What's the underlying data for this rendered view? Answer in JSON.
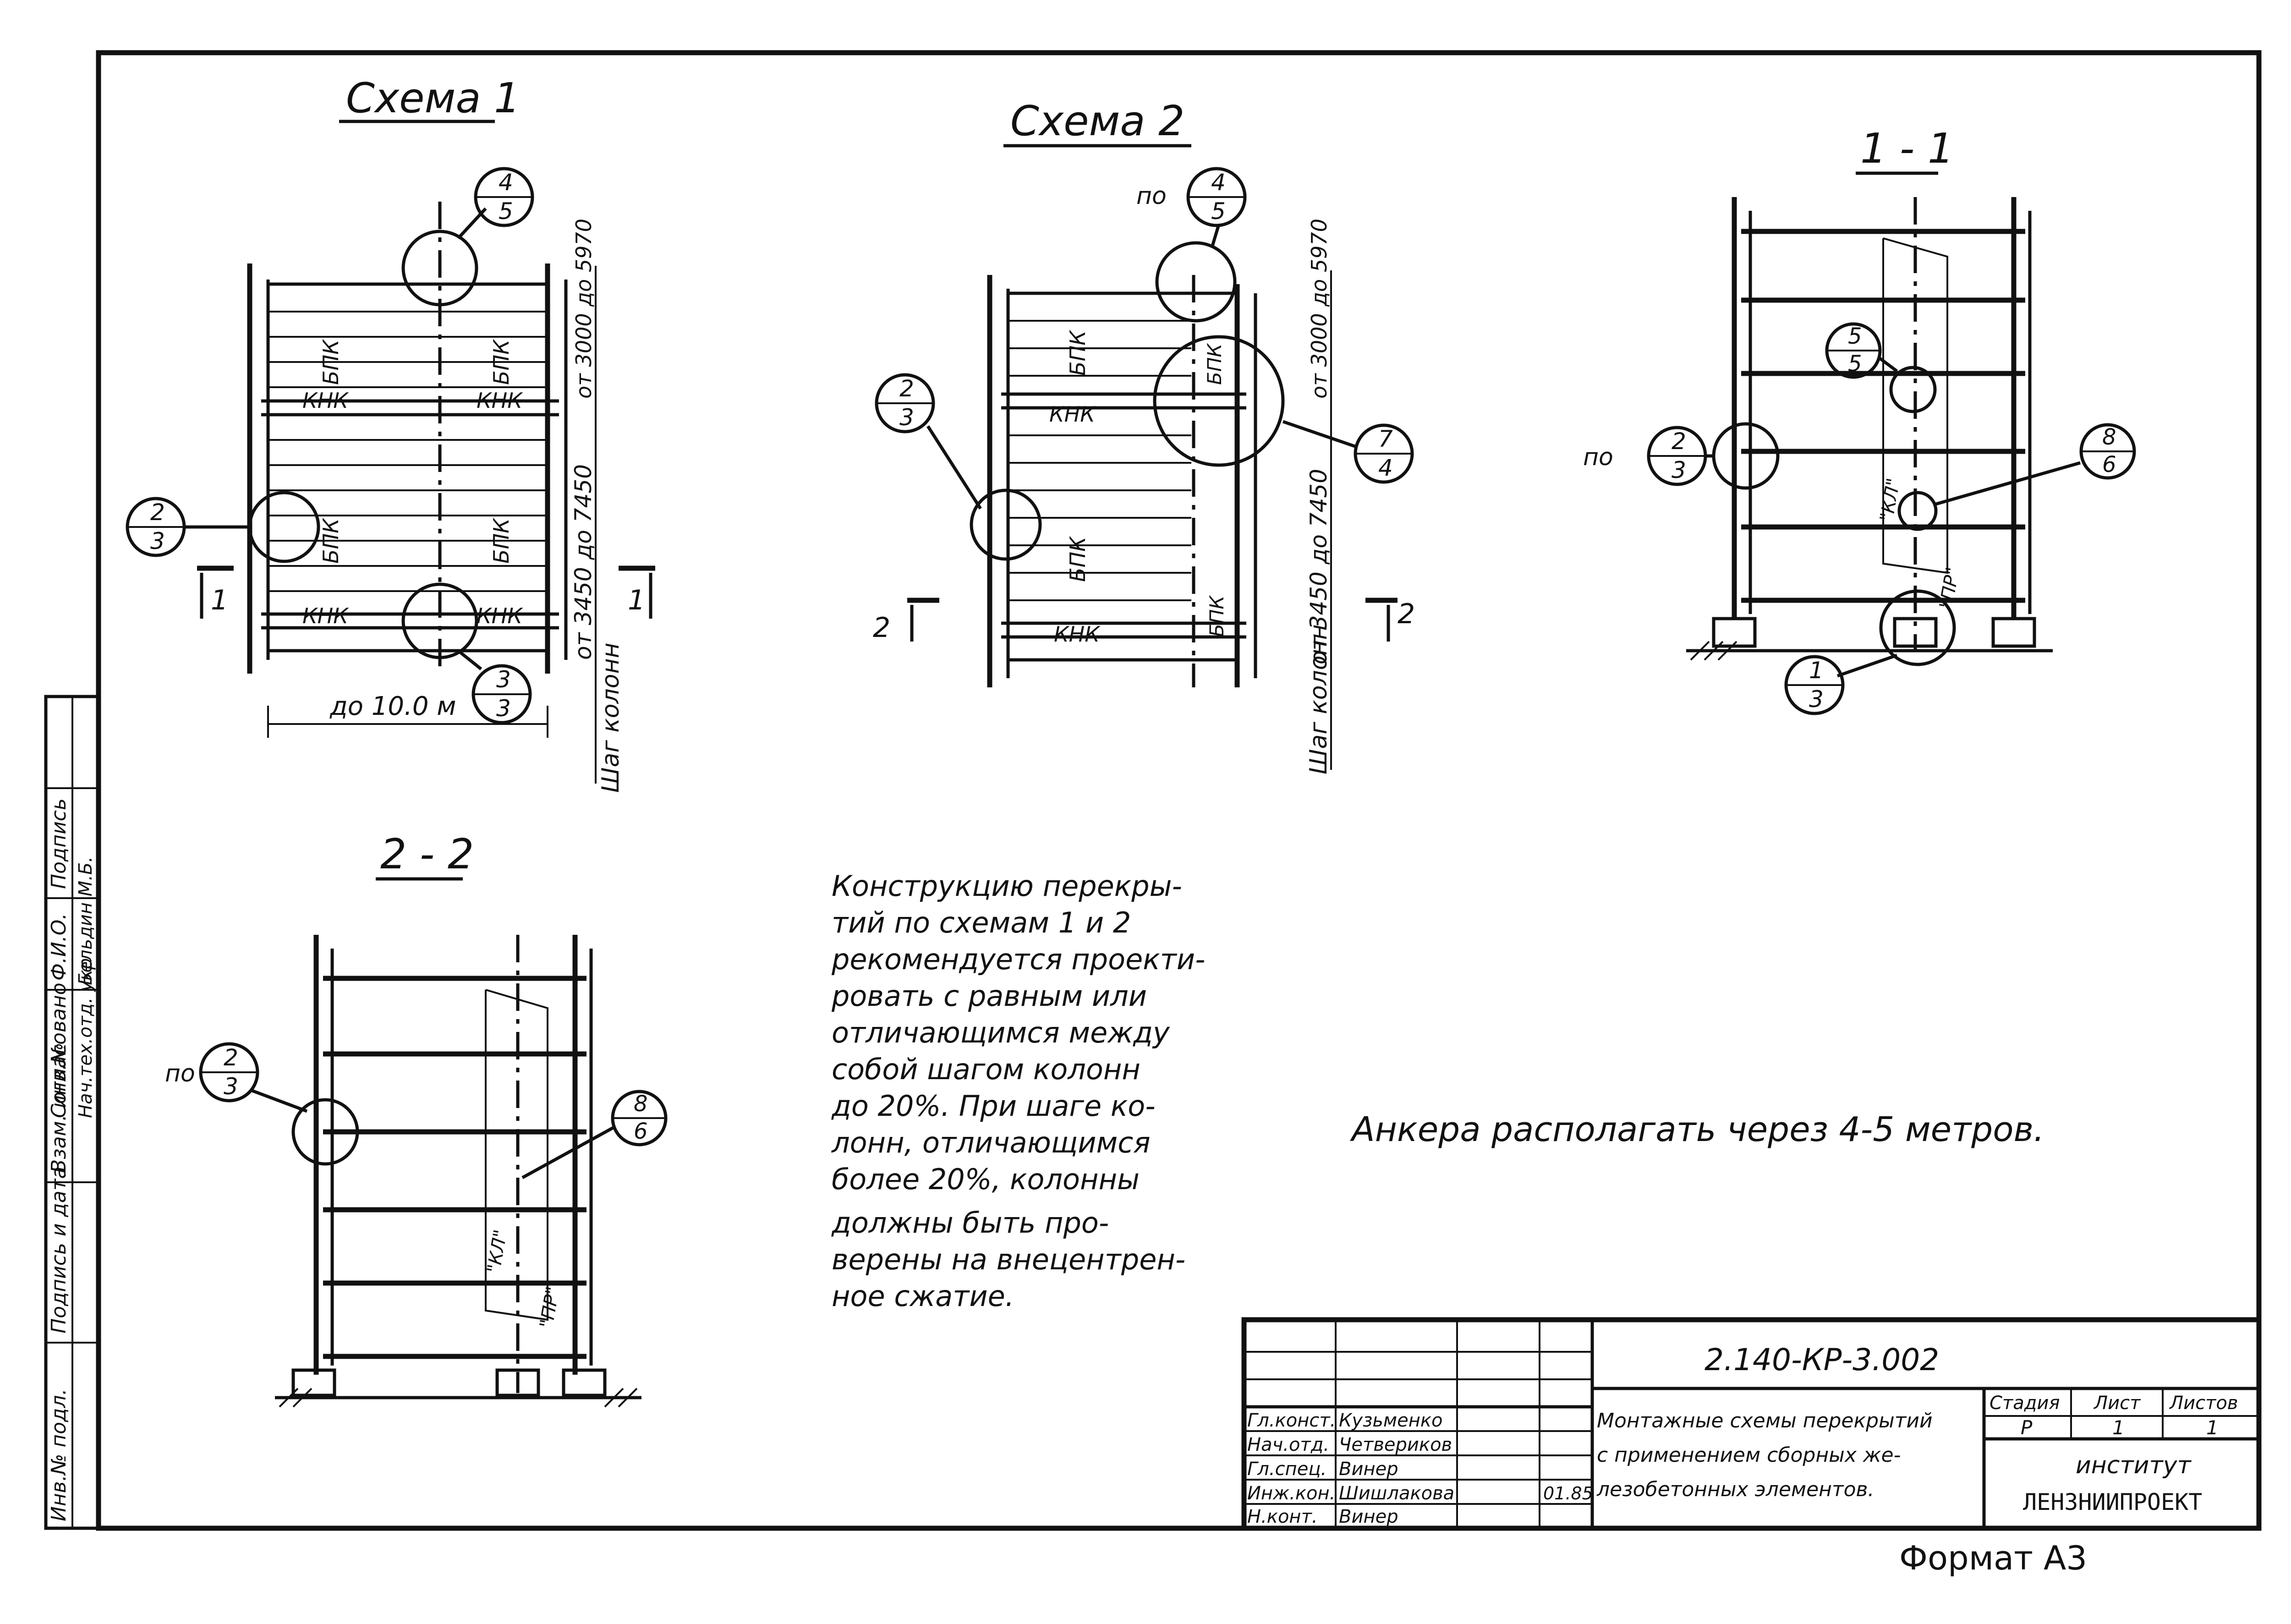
{
  "schemes": {
    "scheme1": {
      "title": "Схема 1",
      "ref_top": {
        "num": "4",
        "den": "5"
      },
      "ref_left": {
        "num": "2",
        "den": "3"
      },
      "ref_bottom": {
        "num": "3",
        "den": "3"
      },
      "labels": [
        "БПК",
        "БПК",
        "КНК",
        "КНК",
        "БПК",
        "БПК",
        "КНК",
        "КНК"
      ],
      "section_mark": "1",
      "span_label": "до 10.0 м",
      "height_label": "от 3000 до 5970",
      "column_step_label": "Шаг колонн",
      "column_range_label": "от 3450 до 7450"
    },
    "scheme2": {
      "title": "Схема 2",
      "ref_top_prefix": "по",
      "ref_top": {
        "num": "4",
        "den": "5"
      },
      "ref_left": {
        "num": "2",
        "den": "3"
      },
      "ref_right": {
        "num": "7",
        "den": "4"
      },
      "labels": [
        "БПК",
        "БПК",
        "КНК",
        "БПК",
        "БПК",
        "КНК"
      ],
      "section_mark": "2",
      "height_label": "от 3000 до 5970",
      "column_step_label": "Шаг колонн",
      "column_range_label": "от 3450 до 7450"
    },
    "section11": {
      "title": "1 - 1",
      "ref_left_prefix": "по",
      "ref_left": {
        "num": "2",
        "den": "3"
      },
      "ref_mid": {
        "num": "5",
        "den": "5"
      },
      "ref_right": {
        "num": "8",
        "den": "6"
      },
      "ref_bottom": {
        "num": "1",
        "den": "3"
      },
      "tag_kl": "\"КЛ\"",
      "tag_pr": "\"ПР\""
    },
    "section22": {
      "title": "2 - 2",
      "ref_left_prefix": "по",
      "ref_left": {
        "num": "2",
        "den": "3"
      },
      "ref_right": {
        "num": "8",
        "den": "6"
      },
      "tag_kl": "\"КЛ\"",
      "tag_pr": "\"ПР\""
    }
  },
  "notes": {
    "construction": [
      "Конструкцию перекры-",
      "тий по схемам 1 и 2",
      "рекомендуется проекти-",
      "ровать с равным или",
      "отличающимся между",
      "собой шагом колонн",
      "до 20%. При шаге ко-",
      "лонн, отличающимся",
      "более 20%, колонны",
      "должны быть про-",
      "верены на внецентрен-",
      "ное сжатие."
    ],
    "anchors": "Анкера располагать через 4-5 метров."
  },
  "side_stamp": {
    "cells": [
      "Инв.№ подл.",
      "Подпись и дата",
      "Взам. инв.№",
      "Согласовано",
      "Нач.тех.отд. укр",
      "Ф.И.О.",
      "Бельдин М.Б.",
      "Подпись"
    ]
  },
  "title_block": {
    "doc_code": "2.140-КР-3.002",
    "rows": [
      {
        "role": "Гл.конст.",
        "name": "Кузьменко"
      },
      {
        "role": "Нач.отд.",
        "name": "Четвериков"
      },
      {
        "role": "Гл.спец.",
        "name": "Винер"
      },
      {
        "role": "Инж.кон.",
        "name": "Шишлакова"
      },
      {
        "role": "Н.конт.",
        "name": "Винер"
      }
    ],
    "date": "01.85",
    "description": [
      "Монтажные схемы перекрытий",
      "с применением сборных же-",
      "лезобетонных элементов."
    ],
    "stage_label": "Стадия",
    "sheet_label": "Лист",
    "sheets_label": "Листов",
    "stage_value": "Р",
    "sheet_value": "1",
    "sheets_value": "1",
    "org_line1": "институт",
    "org_line2": "ЛЕНЗНИИПРОЕКТ"
  },
  "format_label": "Формат А3"
}
